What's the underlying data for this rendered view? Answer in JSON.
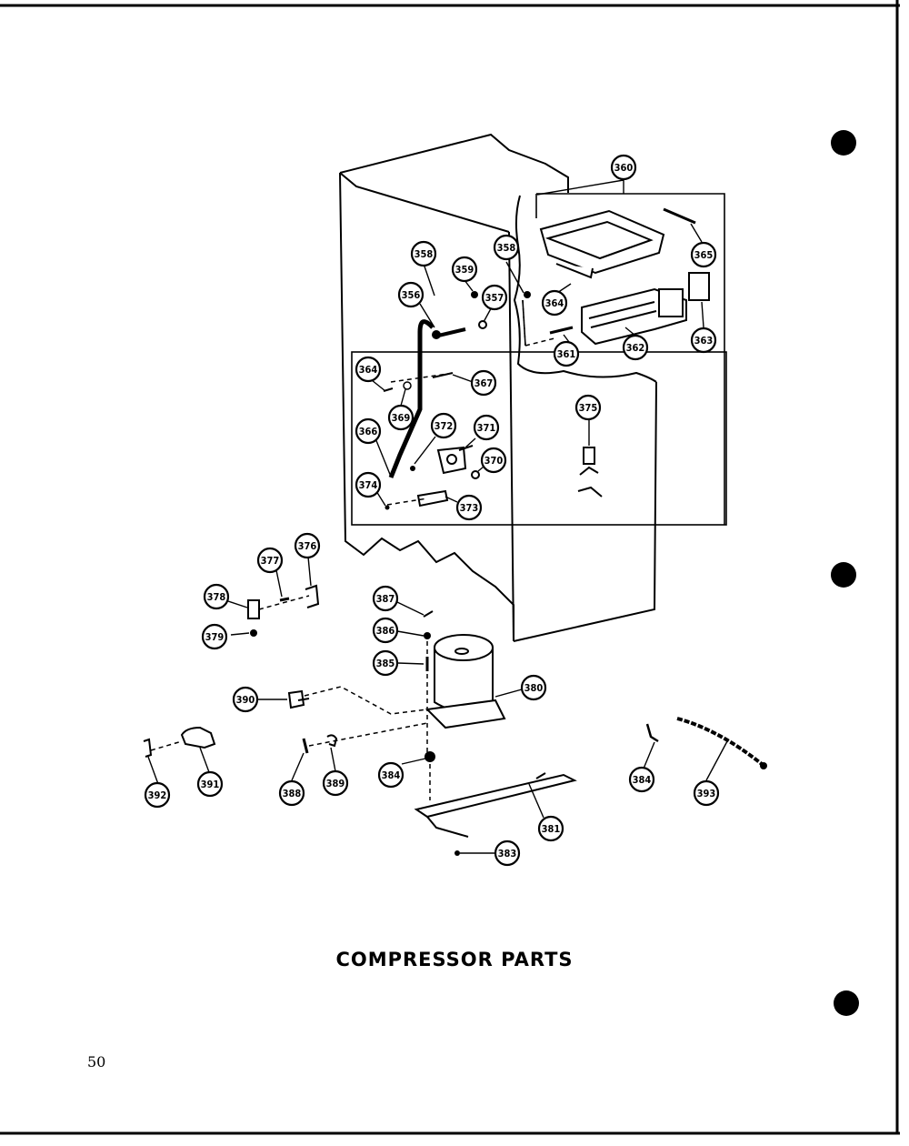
{
  "title": "COMPRESSOR PARTS",
  "page_number": "50",
  "callouts": [
    "358",
    "359",
    "358",
    "356",
    "357",
    "360",
    "365",
    "364",
    "363",
    "361",
    "362",
    "364",
    "367",
    "369",
    "366",
    "372",
    "371",
    "370",
    "374",
    "373",
    "375",
    "377",
    "376",
    "378",
    "379",
    "387",
    "386",
    "385",
    "380",
    "390",
    "392",
    "391",
    "388",
    "389",
    "384",
    "381",
    "383",
    "384",
    "393"
  ]
}
